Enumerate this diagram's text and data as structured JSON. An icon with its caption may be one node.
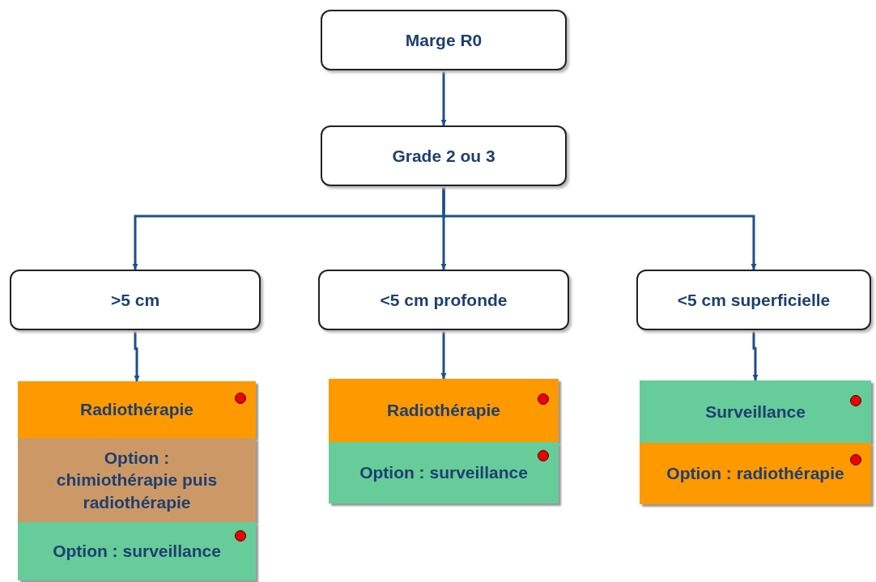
{
  "diagram": {
    "nodes": [
      {
        "text": [
          "Marge R0"
        ]
      },
      {
        "text": [
          "Grade 2 ou 3"
        ]
      },
      {
        "text": [
          ">5 cm"
        ]
      },
      {
        "text": [
          "<5 cm profonde"
        ]
      },
      {
        "text": [
          "<5 cm superficielle"
        ]
      },
      {
        "text": [
          "Radiothérapie"
        ]
      },
      {
        "text": [
          "Option : chimiothérapie puis radiothérapie"
        ]
      },
      {
        "text": [
          "Option : surveillance"
        ]
      },
      {
        "text": [
          "Radiothérapie"
        ]
      },
      {
        "text": [
          "Option : surveillance"
        ]
      },
      {
        "text": [
          "Surveillance"
        ]
      },
      {
        "text": [
          "Option : radiothérapie"
        ]
      }
    ],
    "edges": [
      {
        "from": 0,
        "to": 1,
        "arrow": "to"
      },
      {
        "from": 1,
        "to": 2,
        "arrow": "to"
      },
      {
        "from": 1,
        "to": 3,
        "arrow": "to"
      },
      {
        "from": 1,
        "to": 4,
        "arrow": "to"
      },
      {
        "from": 2,
        "to": 5,
        "arrow": "to"
      },
      {
        "from": 3,
        "to": 8,
        "arrow": "to"
      },
      {
        "from": 4,
        "to": 10,
        "arrow": "to"
      }
    ]
  }
}
